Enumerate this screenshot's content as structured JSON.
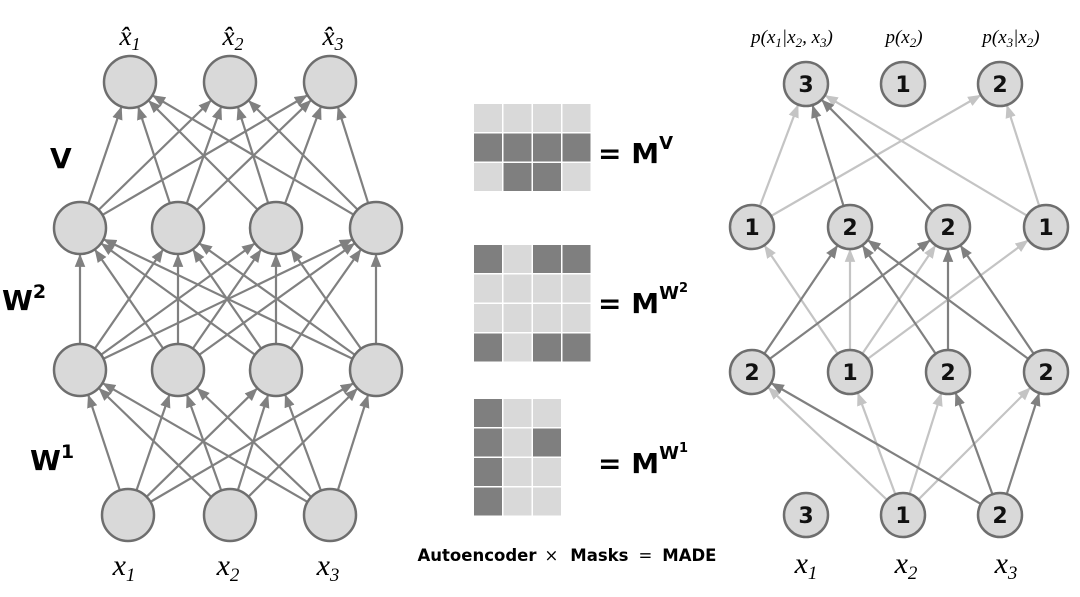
{
  "left_net": {
    "inputs": [
      "x",
      "x",
      "x"
    ],
    "input_subs": [
      "1",
      "2",
      "3"
    ],
    "outputs": [
      "x̂",
      "x̂",
      "x̂"
    ],
    "output_subs": [
      "1",
      "2",
      "3"
    ],
    "layer_labels": {
      "v": "V",
      "w2": "W",
      "w2_sup": "2",
      "w1": "W",
      "w1_sup": "1"
    }
  },
  "masks": {
    "mv": {
      "label": "= M",
      "sup": "V",
      "grid": [
        [
          0,
          0,
          0,
          0
        ],
        [
          1,
          1,
          1,
          1
        ],
        [
          0,
          1,
          1,
          0
        ]
      ]
    },
    "mw2": {
      "label": "= M",
      "sup": "W",
      "sup2": "2",
      "grid": [
        [
          1,
          0,
          1,
          1
        ],
        [
          0,
          0,
          0,
          0
        ],
        [
          0,
          0,
          0,
          0
        ],
        [
          1,
          0,
          1,
          1
        ]
      ]
    },
    "mw1": {
      "label": "= M",
      "sup": "W",
      "sup2": "1",
      "grid": [
        [
          1,
          0,
          0
        ],
        [
          1,
          0,
          1
        ],
        [
          1,
          0,
          0
        ],
        [
          1,
          0,
          0
        ]
      ]
    }
  },
  "equation": {
    "autoencoder": "Autoencoder",
    "times": "×",
    "masks": "Masks",
    "equals": "=",
    "made": "MADE"
  },
  "made_net": {
    "input_numbers": [
      "3",
      "1",
      "2"
    ],
    "inputs": [
      "x",
      "x",
      "x"
    ],
    "input_subs": [
      "1",
      "2",
      "3"
    ],
    "hidden1_numbers": [
      "2",
      "1",
      "2",
      "2"
    ],
    "hidden2_numbers": [
      "1",
      "2",
      "2",
      "1"
    ],
    "output_numbers": [
      "3",
      "1",
      "2"
    ],
    "output_labels": [
      "p(x1|x2, x3)",
      "p(x2)",
      "p(x3|x2)"
    ]
  },
  "colors": {
    "node_fill": "#d9d9d9",
    "node_stroke": "#6e6e6e",
    "edge": "#808080",
    "edge_light": "#c4c4c4",
    "mask_dark": "#7f7f7f",
    "mask_light": "#d9d9d9"
  }
}
